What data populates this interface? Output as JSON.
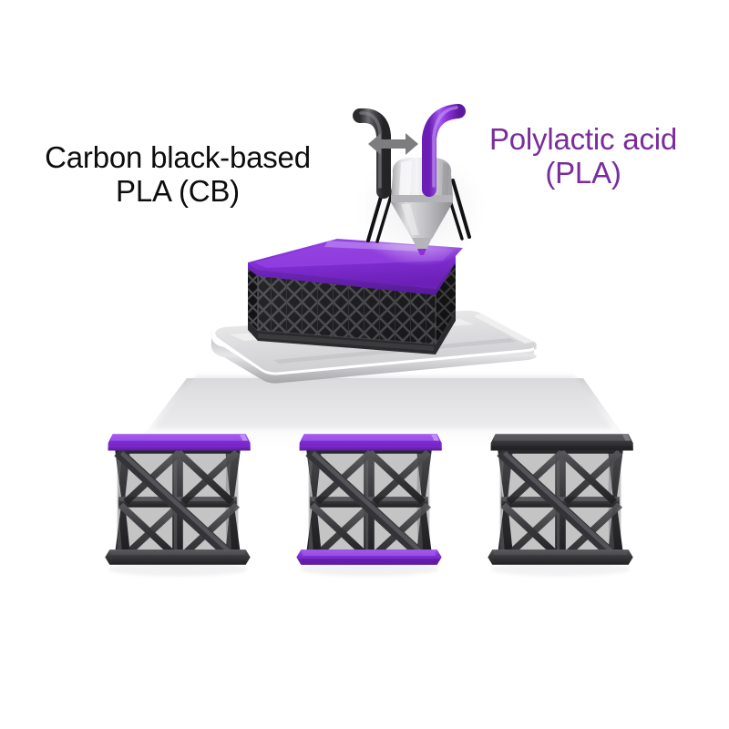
{
  "figure": {
    "kind": "scientific-graphical-abstract",
    "background_color": "#ffffff",
    "caption_left": {
      "line1": "Carbon black-based",
      "line2": "PLA (CB)",
      "color": "#0d0d0d"
    },
    "caption_right": {
      "line1": "Polylactic acid",
      "line2": "(PLA)",
      "color": "#7a2c9c"
    }
  },
  "materials": {
    "carbon_black": {
      "name": "Carbon black-based PLA (CB)",
      "abbr": "CB",
      "color": "#3a3a3c"
    },
    "pla": {
      "name": "Polylactic acid (PLA)",
      "abbr": "PLA",
      "color": "#7b2fd0"
    }
  },
  "printer": {
    "nozzle_body_color": "#c9c9cb",
    "filament_dark_color": "#3f3f41",
    "filament_purple_color": "#8b2fd8",
    "switch_arrow": {
      "name": "material-switch-arrow",
      "direction": "double-headed-horizontal",
      "color": "#808080"
    },
    "build_plate_color": "#d2d2d4",
    "printed_part": {
      "body": "carbon_black",
      "top_layer": "pla"
    }
  },
  "specimens": [
    {
      "index": 1,
      "label": "CB lattice with PLA top cap",
      "top_cap": "PLA",
      "bottom_cap": "CB",
      "body": "CB"
    },
    {
      "index": 2,
      "label": "CB lattice with PLA top and bottom caps",
      "top_cap": "PLA",
      "bottom_cap": "PLA",
      "body": "CB"
    },
    {
      "index": 3,
      "label": "All CB lattice",
      "top_cap": "CB",
      "bottom_cap": "CB",
      "body": "CB"
    }
  ]
}
